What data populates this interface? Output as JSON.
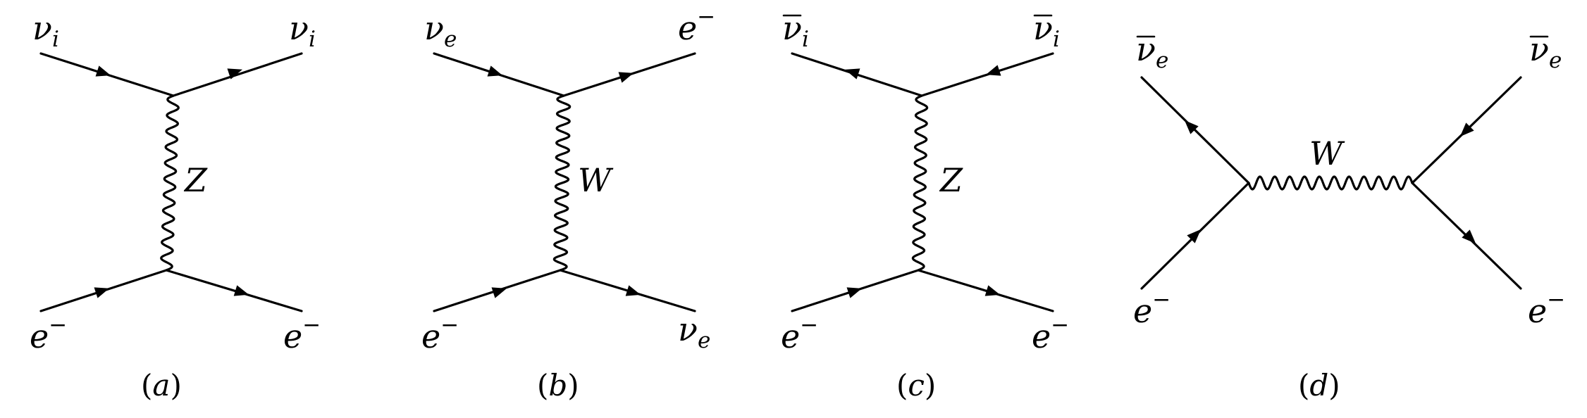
{
  "diagrams": [
    {
      "caption_letter": "a",
      "boson": "Z",
      "top_left": {
        "base": "ν",
        "sub": "i",
        "bar": false
      },
      "top_right": {
        "base": "ν",
        "sub": "i",
        "bar": false
      },
      "bottom_left": {
        "base": "e",
        "sup": "−"
      },
      "bottom_right": {
        "base": "e",
        "sup": "−"
      }
    },
    {
      "caption_letter": "b",
      "boson": "W",
      "top_left": {
        "base": "ν",
        "sub": "e",
        "bar": false
      },
      "top_right": {
        "base": "e",
        "sup": "−"
      },
      "bottom_left": {
        "base": "e",
        "sup": "−"
      },
      "bottom_right": {
        "base": "ν",
        "sub": "e",
        "bar": false
      }
    },
    {
      "caption_letter": "c",
      "boson": "Z",
      "top_left": {
        "base": "ν",
        "sub": "i",
        "bar": true
      },
      "top_right": {
        "base": "ν",
        "sub": "i",
        "bar": true
      },
      "bottom_left": {
        "base": "e",
        "sup": "−"
      },
      "bottom_right": {
        "base": "e",
        "sup": "−"
      }
    },
    {
      "caption_letter": "d",
      "boson": "W",
      "top_left": {
        "base": "ν",
        "sub": "e",
        "bar": true
      },
      "top_right": {
        "base": "ν",
        "sub": "e",
        "bar": true
      },
      "bottom_left": {
        "base": "e",
        "sup": "−"
      },
      "bottom_right": {
        "base": "e",
        "sup": "−"
      }
    }
  ]
}
